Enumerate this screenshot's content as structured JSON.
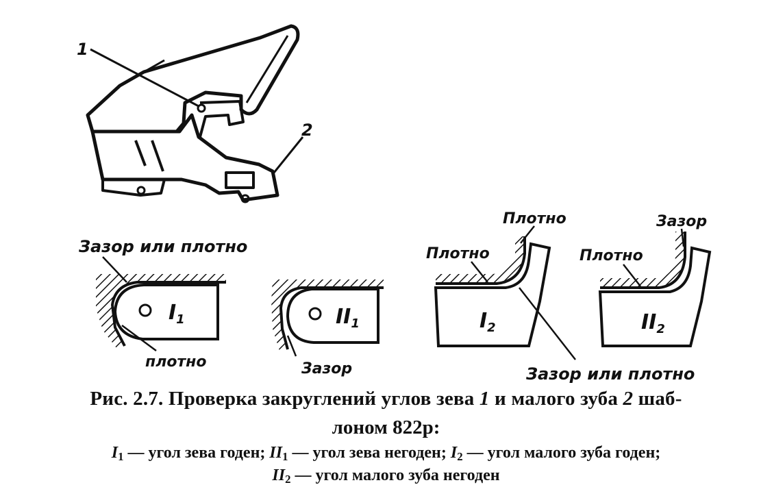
{
  "figure": {
    "callout_1": "1",
    "callout_2": "2",
    "labels": {
      "zazor_ili_plotno_top": "Зазор или плотно",
      "plotno_i1": "плотно",
      "zazor_ii1": "Зазор",
      "plotno_i2_top": "Плотно",
      "plotno_i2_left": "Плотно",
      "zazor_ili_plotno_bottom": "Зазор или плотно",
      "zazor_ii2": "Зазор",
      "plotno_ii2_left": "Плотно"
    },
    "marks": {
      "I1_main": "I",
      "I1_sub": "1",
      "II1_main": "II",
      "II1_sub": "1",
      "I2_main": "I",
      "I2_sub": "2",
      "II2_main": "II",
      "II2_sub": "2"
    }
  },
  "caption": {
    "prefix": "Рис. 2.7. Проверка закруглений углов зева ",
    "num1": "1",
    "middle": " и малого зуба ",
    "num2": "2",
    "suffix": " шаб-",
    "line2": "лоном 822р:",
    "legend": [
      {
        "main": "I",
        "sub": "1",
        "text": " — угол зева годен; "
      },
      {
        "main": "II",
        "sub": "1",
        "text": " — угол зева негоден; "
      },
      {
        "main": "I",
        "sub": "2",
        "text": " — угол малого зуба годен;"
      }
    ],
    "legend_last": {
      "main": "II",
      "sub": "2",
      "text": " — угол малого зуба негоден"
    }
  }
}
